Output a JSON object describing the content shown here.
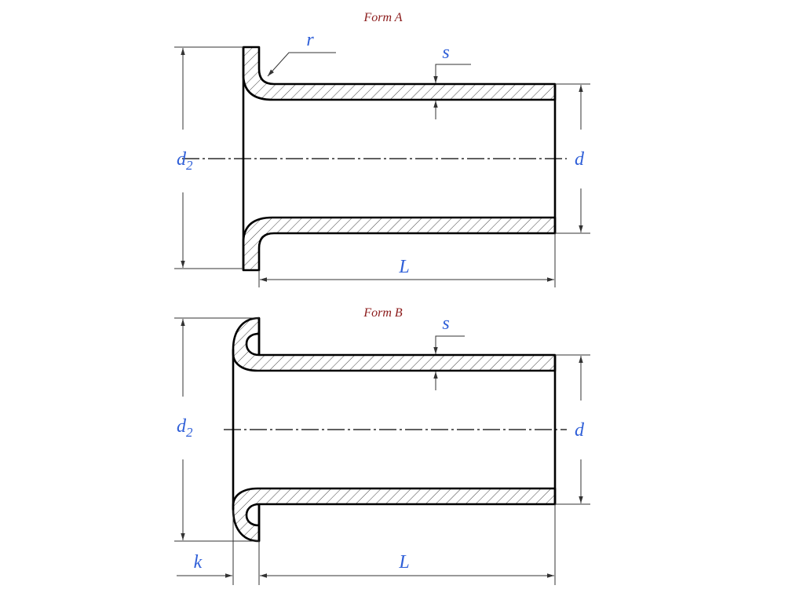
{
  "form_a": {
    "title": "Form A",
    "labels": {
      "d2_main": "d",
      "d2_sub": "2",
      "d": "d",
      "L": "L",
      "s": "s",
      "r": "r"
    }
  },
  "form_b": {
    "title": "Form B",
    "labels": {
      "d2_main": "d",
      "d2_sub": "2",
      "d": "d",
      "L": "L",
      "s": "s",
      "k": "k"
    }
  },
  "colors": {
    "title": "#8b1a1a",
    "label": "#2f5fd8",
    "line": "#000000"
  }
}
